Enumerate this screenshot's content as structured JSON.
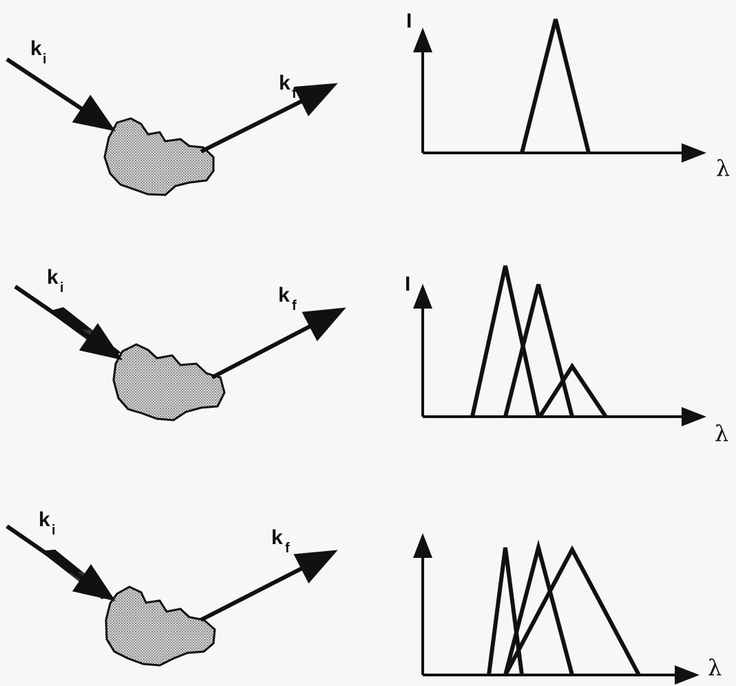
{
  "rows": [
    {
      "incident_label": "k",
      "incident_sub": "i",
      "scattered_label": "k",
      "scattered_sub": "f",
      "y_label": "I",
      "x_label": "λ"
    },
    {
      "incident_label": "k",
      "incident_sub": "i",
      "scattered_label": "k",
      "scattered_sub": "f",
      "y_label": "I",
      "x_label": "λ"
    },
    {
      "incident_label": "k",
      "incident_sub": "i",
      "scattered_label": "k",
      "scattered_sub": "f",
      "y_label": "",
      "x_label": "λ"
    }
  ],
  "colors": {
    "ink": "#111111",
    "background": "#f7f7f7",
    "blob_fill": "#bdbdbd"
  }
}
